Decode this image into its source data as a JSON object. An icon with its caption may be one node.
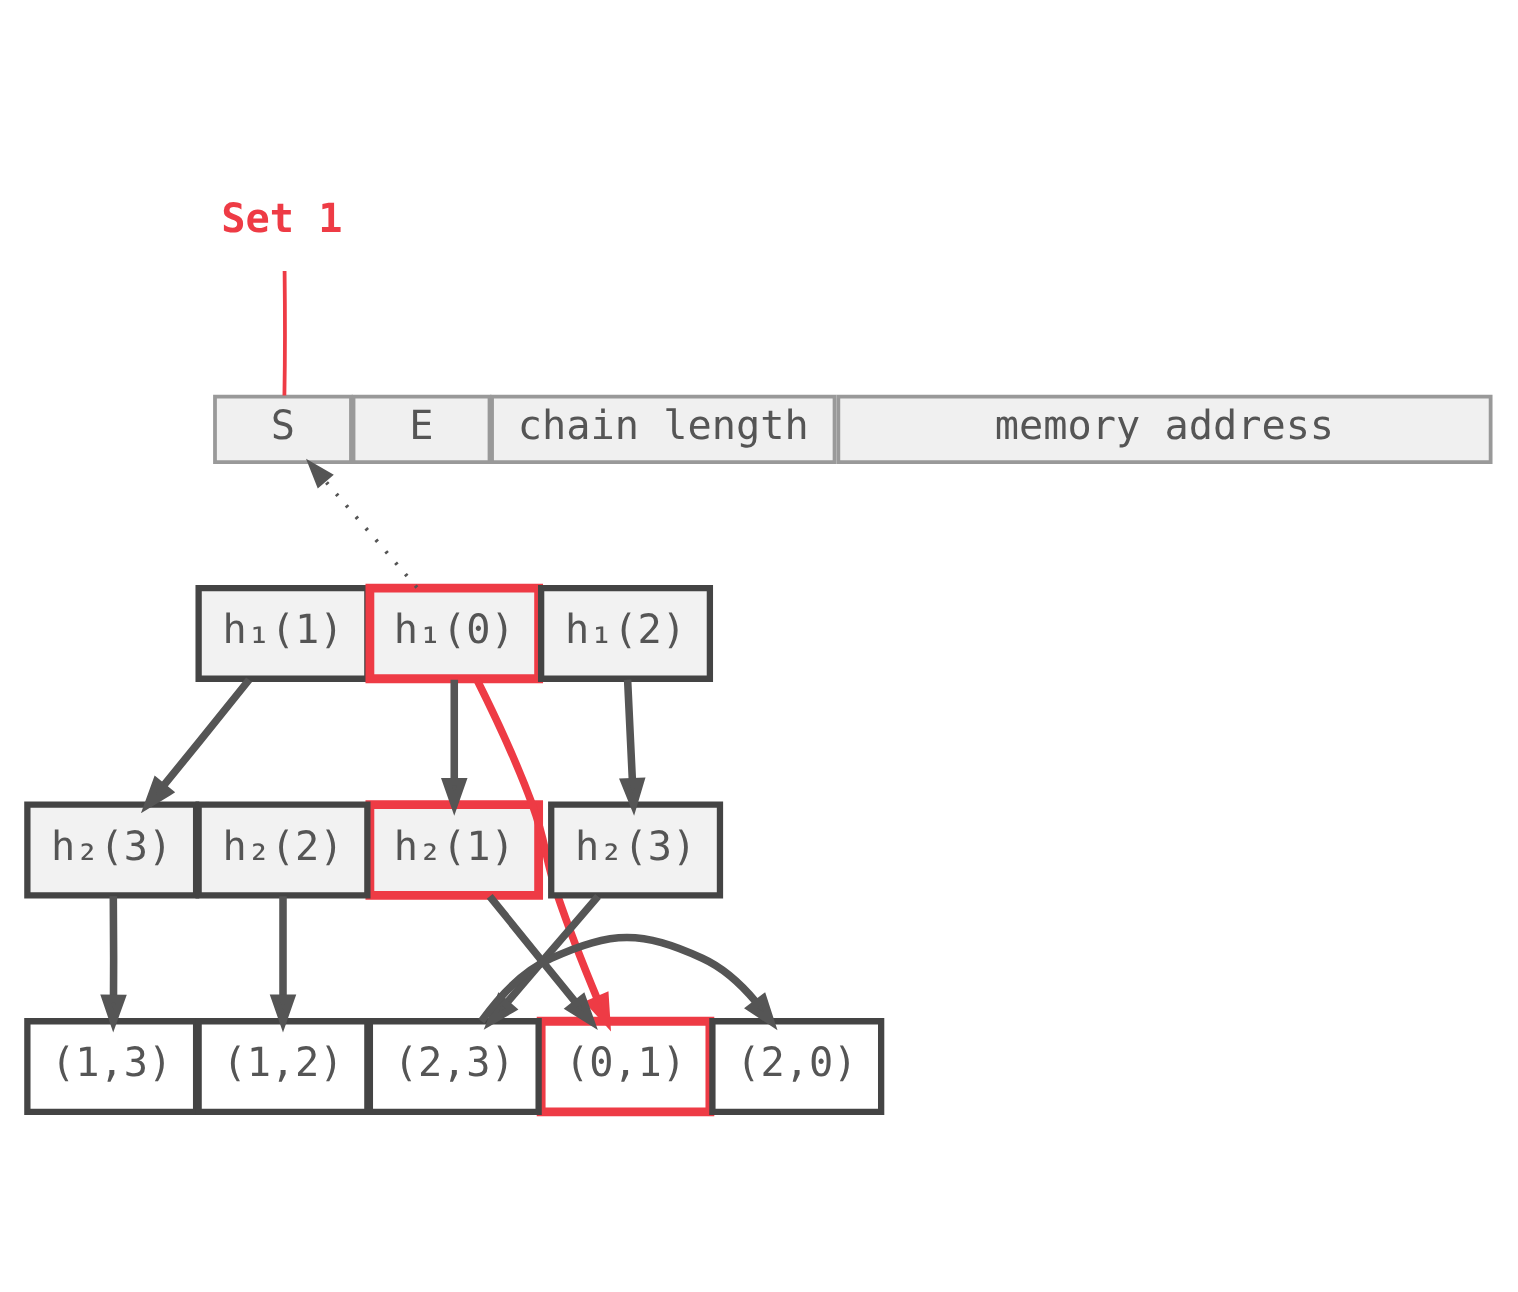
{
  "diagram": {
    "nodes": [
      {
        "text": [
          "Set 1"
        ]
      },
      {
        "text": [
          "S"
        ]
      },
      {
        "text": [
          "E"
        ]
      },
      {
        "text": [
          "chain length"
        ]
      },
      {
        "text": [
          "memory address"
        ]
      },
      {
        "text": [
          "h₁(1)"
        ]
      },
      {
        "text": [
          "h₁(0)"
        ]
      },
      {
        "text": [
          "h₁(2)"
        ]
      },
      {
        "text": [
          "h₂(3)"
        ]
      },
      {
        "text": [
          "h₂(2)"
        ]
      },
      {
        "text": [
          "h₂(1)"
        ]
      },
      {
        "text": [
          "h₂(3)"
        ]
      },
      {
        "text": [
          "(1,3)"
        ]
      },
      {
        "text": [
          "(1,2)"
        ]
      },
      {
        "text": [
          "(2,3)"
        ]
      },
      {
        "text": [
          "(0,1)"
        ]
      },
      {
        "text": [
          "(2,0)"
        ]
      }
    ],
    "edges": [
      {
        "from": 0,
        "to": 1,
        "arrow": "none",
        "color": "#ee3b45"
      },
      {
        "from": 6,
        "to": 1,
        "arrow": "to",
        "style": "dashed"
      },
      {
        "from": 5,
        "to": 8,
        "arrow": "to"
      },
      {
        "from": 6,
        "to": 10,
        "arrow": "to"
      },
      {
        "from": 7,
        "to": 11,
        "arrow": "to"
      },
      {
        "from": 8,
        "to": 12,
        "arrow": "to"
      },
      {
        "from": 9,
        "to": 13,
        "arrow": "to"
      },
      {
        "from": 10,
        "to": 15,
        "arrow": "to"
      },
      {
        "from": 11,
        "to": 14,
        "arrow": "to"
      },
      {
        "from": 6,
        "to": 15,
        "arrow": "to",
        "color": "#ee3b45"
      },
      {
        "from": 14,
        "to": 16,
        "arrow": "to"
      }
    ]
  }
}
